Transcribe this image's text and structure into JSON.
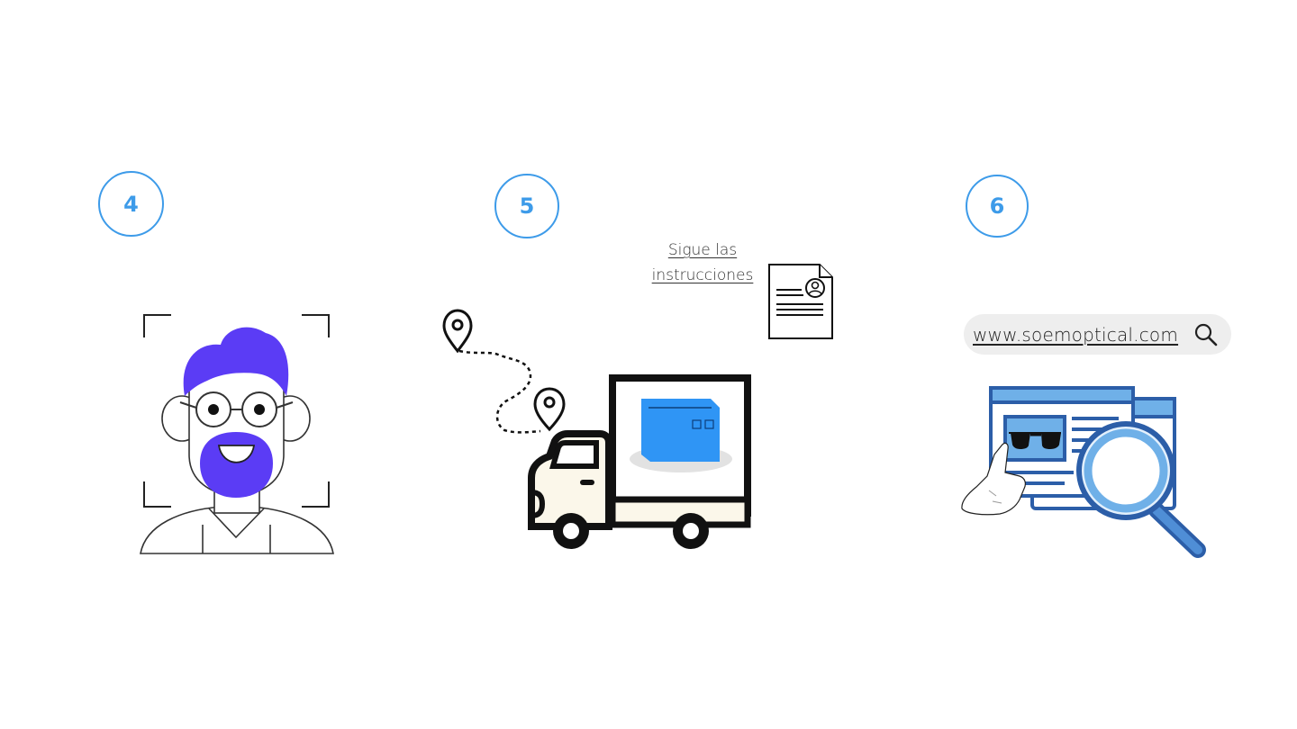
{
  "steps": [
    {
      "number": "4"
    },
    {
      "number": "5"
    },
    {
      "number": "6"
    }
  ],
  "instructions": {
    "line1": "Sigue las",
    "line2": "instrucciones"
  },
  "search": {
    "url": "www.soemoptical.com"
  },
  "colors": {
    "accent": "#3d9be9",
    "avatar_purple": "#5b3cf5",
    "box_blue": "#2f95f5",
    "browser_blue": "#2c5ea8",
    "browser_light": "#6fb0e8"
  },
  "icons": [
    "face-scan-avatar-icon",
    "location-pin-icon",
    "delivery-truck-icon",
    "document-icon",
    "search-icon",
    "browser-magnifier-icon",
    "eyeglasses-icon",
    "pointing-hand-icon"
  ]
}
